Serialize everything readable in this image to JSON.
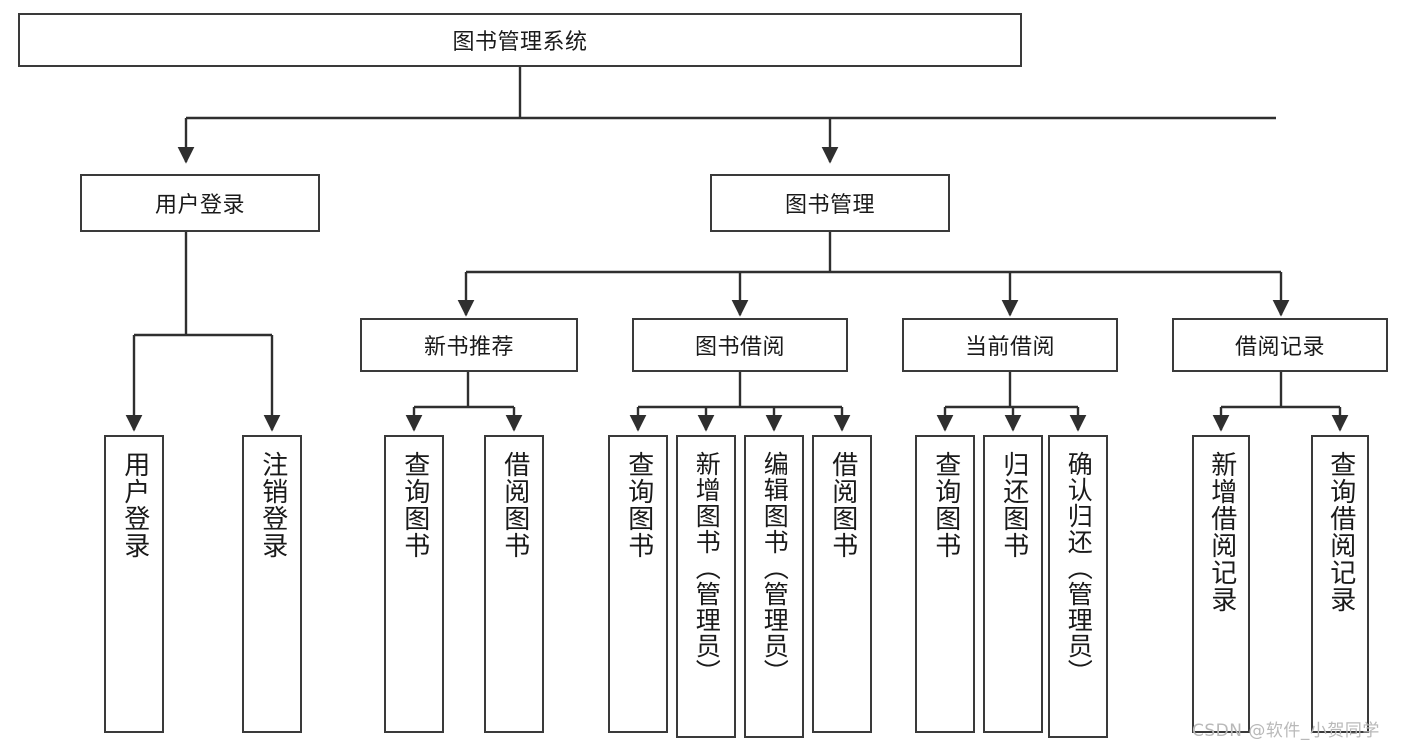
{
  "diagram": {
    "type": "tree-hierarchy",
    "title": "图书管理系统",
    "orientation": "top-down",
    "colors": {
      "box_border": "#3a3a3a",
      "box_fill": "#ffffff",
      "connector": "#2f2f2f",
      "text": "#1a1a1a",
      "watermark": "#b9b9b9"
    },
    "root": {
      "label": "图书管理系统"
    },
    "level2": [
      {
        "id": "user-login",
        "label": "用户登录"
      },
      {
        "id": "book-manage",
        "label": "图书管理"
      }
    ],
    "level3": [
      {
        "id": "new-book-recommend",
        "label": "新书推荐"
      },
      {
        "id": "book-borrow",
        "label": "图书借阅"
      },
      {
        "id": "current-borrow",
        "label": "当前借阅"
      },
      {
        "id": "borrow-record",
        "label": "借阅记录"
      }
    ],
    "leaves": {
      "user-login": [
        {
          "id": "leaf-user-login",
          "label": "用户登录"
        },
        {
          "id": "leaf-logout-login",
          "label": "注销登录"
        }
      ],
      "new-book-recommend": [
        {
          "id": "leaf-query-book-1",
          "label": "查询图书"
        },
        {
          "id": "leaf-borrow-book-1",
          "label": "借阅图书"
        }
      ],
      "book-borrow": [
        {
          "id": "leaf-query-book-2",
          "label": "查询图书"
        },
        {
          "id": "leaf-add-book",
          "label": "新增图书（管理员）"
        },
        {
          "id": "leaf-edit-book",
          "label": "编辑图书（管理员）"
        },
        {
          "id": "leaf-borrow-book-2",
          "label": "借阅图书"
        }
      ],
      "current-borrow": [
        {
          "id": "leaf-query-book-3",
          "label": "查询图书"
        },
        {
          "id": "leaf-return-book",
          "label": "归还图书"
        },
        {
          "id": "leaf-confirm-return",
          "label": "确认归还（管理员）"
        }
      ],
      "borrow-record": [
        {
          "id": "leaf-add-record",
          "label": "新增借阅记录"
        },
        {
          "id": "leaf-query-record",
          "label": "查询借阅记录"
        }
      ]
    }
  },
  "watermark": {
    "text": "CSDN @软件_小贺同学"
  }
}
